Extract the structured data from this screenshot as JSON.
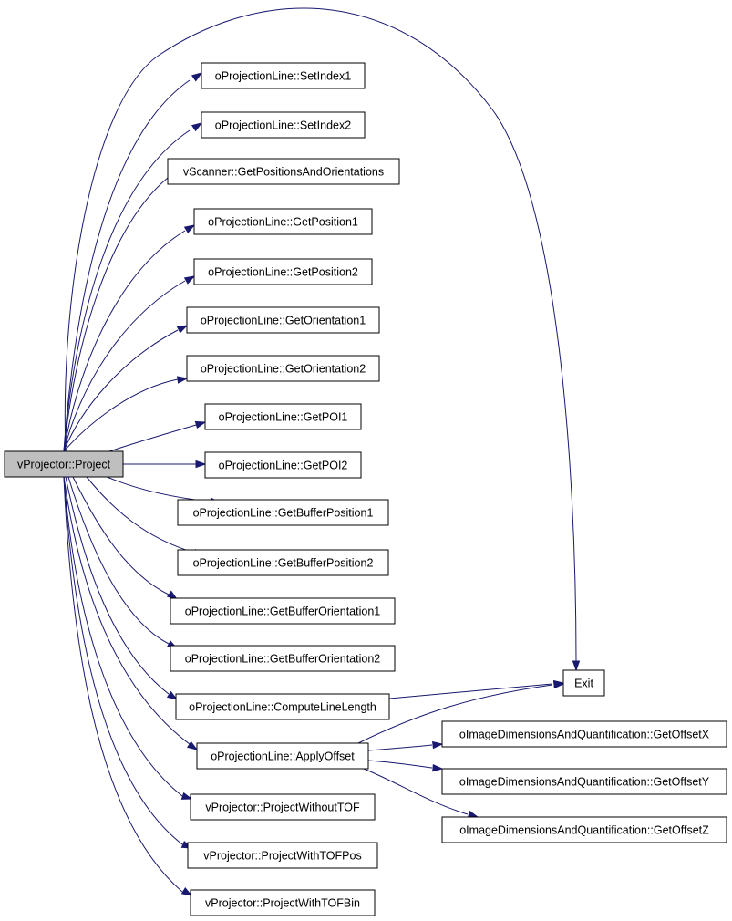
{
  "graph": {
    "edge_color": "#191970",
    "root_fill": "#bfbfbf",
    "node_fill": "#ffffff",
    "root": {
      "id": "root",
      "label": "vProjector::Project"
    },
    "nodes": [
      {
        "id": "n1",
        "label": "oProjectionLine::SetIndex1"
      },
      {
        "id": "n2",
        "label": "oProjectionLine::SetIndex2"
      },
      {
        "id": "n3",
        "label": "vScanner::GetPositionsAndOrientations"
      },
      {
        "id": "n4",
        "label": "oProjectionLine::GetPosition1"
      },
      {
        "id": "n5",
        "label": "oProjectionLine::GetPosition2"
      },
      {
        "id": "n6",
        "label": "oProjectionLine::GetOrientation1"
      },
      {
        "id": "n7",
        "label": "oProjectionLine::GetOrientation2"
      },
      {
        "id": "n8",
        "label": "oProjectionLine::GetPOI1"
      },
      {
        "id": "n9",
        "label": "oProjectionLine::GetPOI2"
      },
      {
        "id": "n10",
        "label": "oProjectionLine::GetBufferPosition1"
      },
      {
        "id": "n11",
        "label": "oProjectionLine::GetBufferPosition2"
      },
      {
        "id": "n12",
        "label": "oProjectionLine::GetBufferOrientation1"
      },
      {
        "id": "n13",
        "label": "oProjectionLine::GetBufferOrientation2"
      },
      {
        "id": "n14",
        "label": "oProjectionLine::ComputeLineLength"
      },
      {
        "id": "n15",
        "label": "oProjectionLine::ApplyOffset"
      },
      {
        "id": "n16",
        "label": "vProjector::ProjectWithoutTOF"
      },
      {
        "id": "n17",
        "label": "vProjector::ProjectWithTOFPos"
      },
      {
        "id": "n18",
        "label": "vProjector::ProjectWithTOFBin"
      },
      {
        "id": "exit",
        "label": "Exit"
      },
      {
        "id": "ox",
        "label": "oImageDimensionsAndQuantification::GetOffsetX"
      },
      {
        "id": "oy",
        "label": "oImageDimensionsAndQuantification::GetOffsetY"
      },
      {
        "id": "oz",
        "label": "oImageDimensionsAndQuantification::GetOffsetZ"
      }
    ],
    "edges": [
      {
        "from": "root",
        "to": "exit"
      },
      {
        "from": "root",
        "to": "n1"
      },
      {
        "from": "root",
        "to": "n2"
      },
      {
        "from": "root",
        "to": "n3"
      },
      {
        "from": "root",
        "to": "n4"
      },
      {
        "from": "root",
        "to": "n5"
      },
      {
        "from": "root",
        "to": "n6"
      },
      {
        "from": "root",
        "to": "n7"
      },
      {
        "from": "root",
        "to": "n8"
      },
      {
        "from": "root",
        "to": "n9"
      },
      {
        "from": "root",
        "to": "n10"
      },
      {
        "from": "root",
        "to": "n11"
      },
      {
        "from": "root",
        "to": "n12"
      },
      {
        "from": "root",
        "to": "n13"
      },
      {
        "from": "root",
        "to": "n14"
      },
      {
        "from": "root",
        "to": "n15"
      },
      {
        "from": "root",
        "to": "n16"
      },
      {
        "from": "root",
        "to": "n17"
      },
      {
        "from": "root",
        "to": "n18"
      },
      {
        "from": "n14",
        "to": "exit"
      },
      {
        "from": "n15",
        "to": "exit"
      },
      {
        "from": "n15",
        "to": "ox"
      },
      {
        "from": "n15",
        "to": "oy"
      },
      {
        "from": "n15",
        "to": "oz"
      }
    ]
  }
}
